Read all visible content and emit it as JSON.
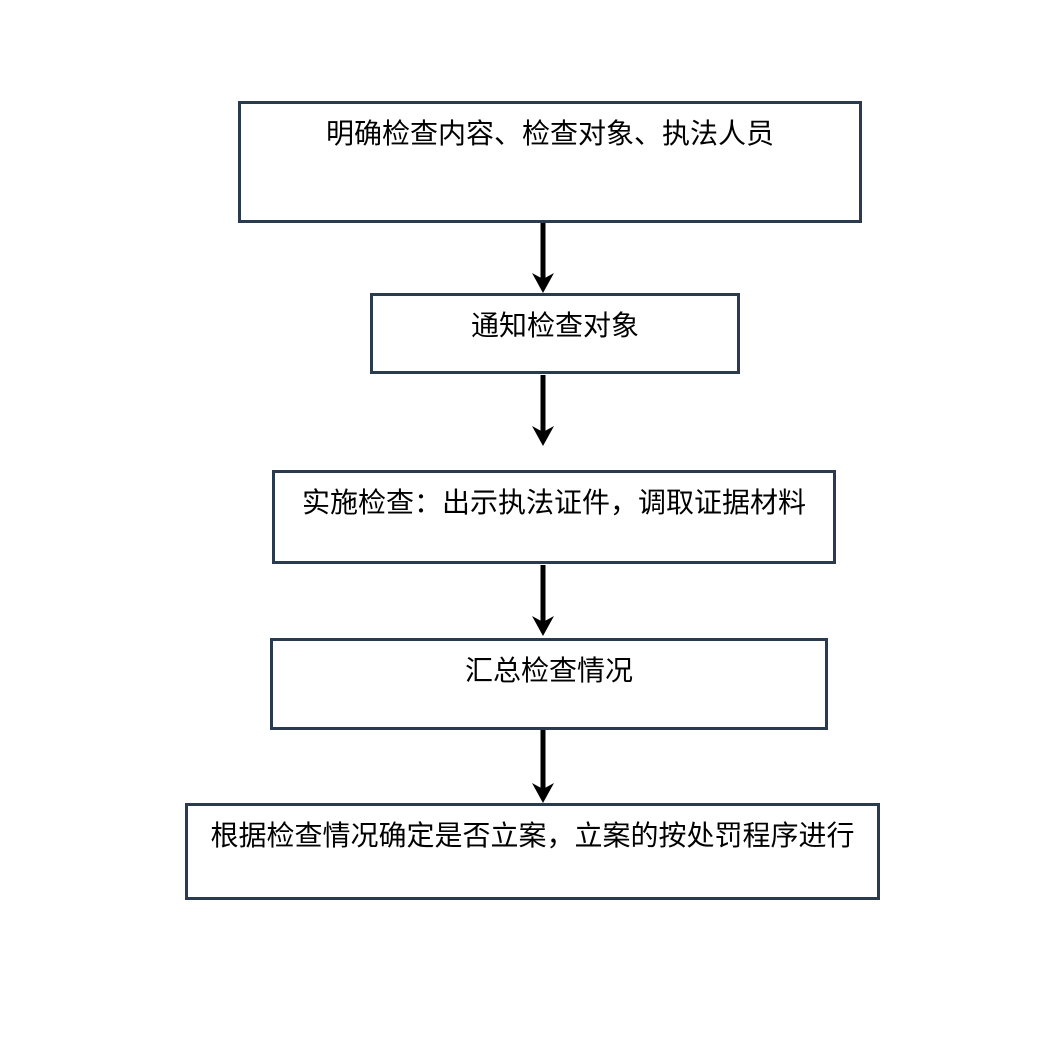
{
  "page": {
    "background_color": "#ffffff"
  },
  "diagram": {
    "type": "flowchart",
    "orientation": "top-down",
    "node_border_color": "#2a3b4f",
    "node_fill_color": "#ffffff",
    "text_color": "#000000",
    "arrow_color": "#000000",
    "nodes": [
      {
        "id": "step-1",
        "label": "明确检查内容、检查对象、执法人员"
      },
      {
        "id": "step-2",
        "label": "通知检查对象"
      },
      {
        "id": "step-3",
        "label": "实施检查：出示执法证件，调取证据材料"
      },
      {
        "id": "step-4",
        "label": "汇总检查情况"
      },
      {
        "id": "step-5",
        "label": "根据检查情况确定是否立案，立案的按处罚程序进行"
      }
    ],
    "edges": [
      {
        "from": "step-1",
        "to": "step-2"
      },
      {
        "from": "step-2",
        "to": "step-3"
      },
      {
        "from": "step-3",
        "to": "step-4"
      },
      {
        "from": "step-4",
        "to": "step-5"
      }
    ]
  }
}
